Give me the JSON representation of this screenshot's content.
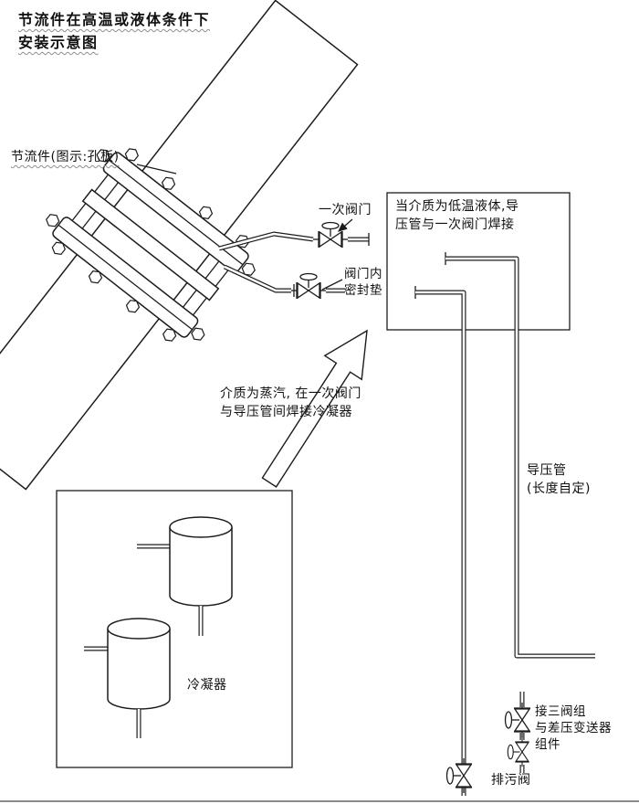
{
  "title": {
    "line1": "节流件在高温或液体条件下",
    "line2": "安装示意图"
  },
  "labels": {
    "throttle": "节流件(图示:孔板)",
    "primary_valve": "一次阀门",
    "gasket_line1": "阀门内",
    "gasket_line2": "密封垫",
    "low_temp_note_line1": "当介质为低温液体,导",
    "low_temp_note_line2": "压管与一次阀门焊接",
    "steam_note_line1": "介质为蒸汽, 在一次阀门",
    "steam_note_line2": "与导压管间焊接冷凝器",
    "impulse_pipe_line1": "导压管",
    "impulse_pipe_line2": "(长度自定)",
    "condenser": "冷凝器",
    "manifold_line1": "接三阀组",
    "manifold_line2": "与差压变送器",
    "manifold_line3": "组件",
    "drain_valve": "排污阀"
  },
  "colors": {
    "line": "#1c1c1c",
    "background": "#ffffff"
  }
}
